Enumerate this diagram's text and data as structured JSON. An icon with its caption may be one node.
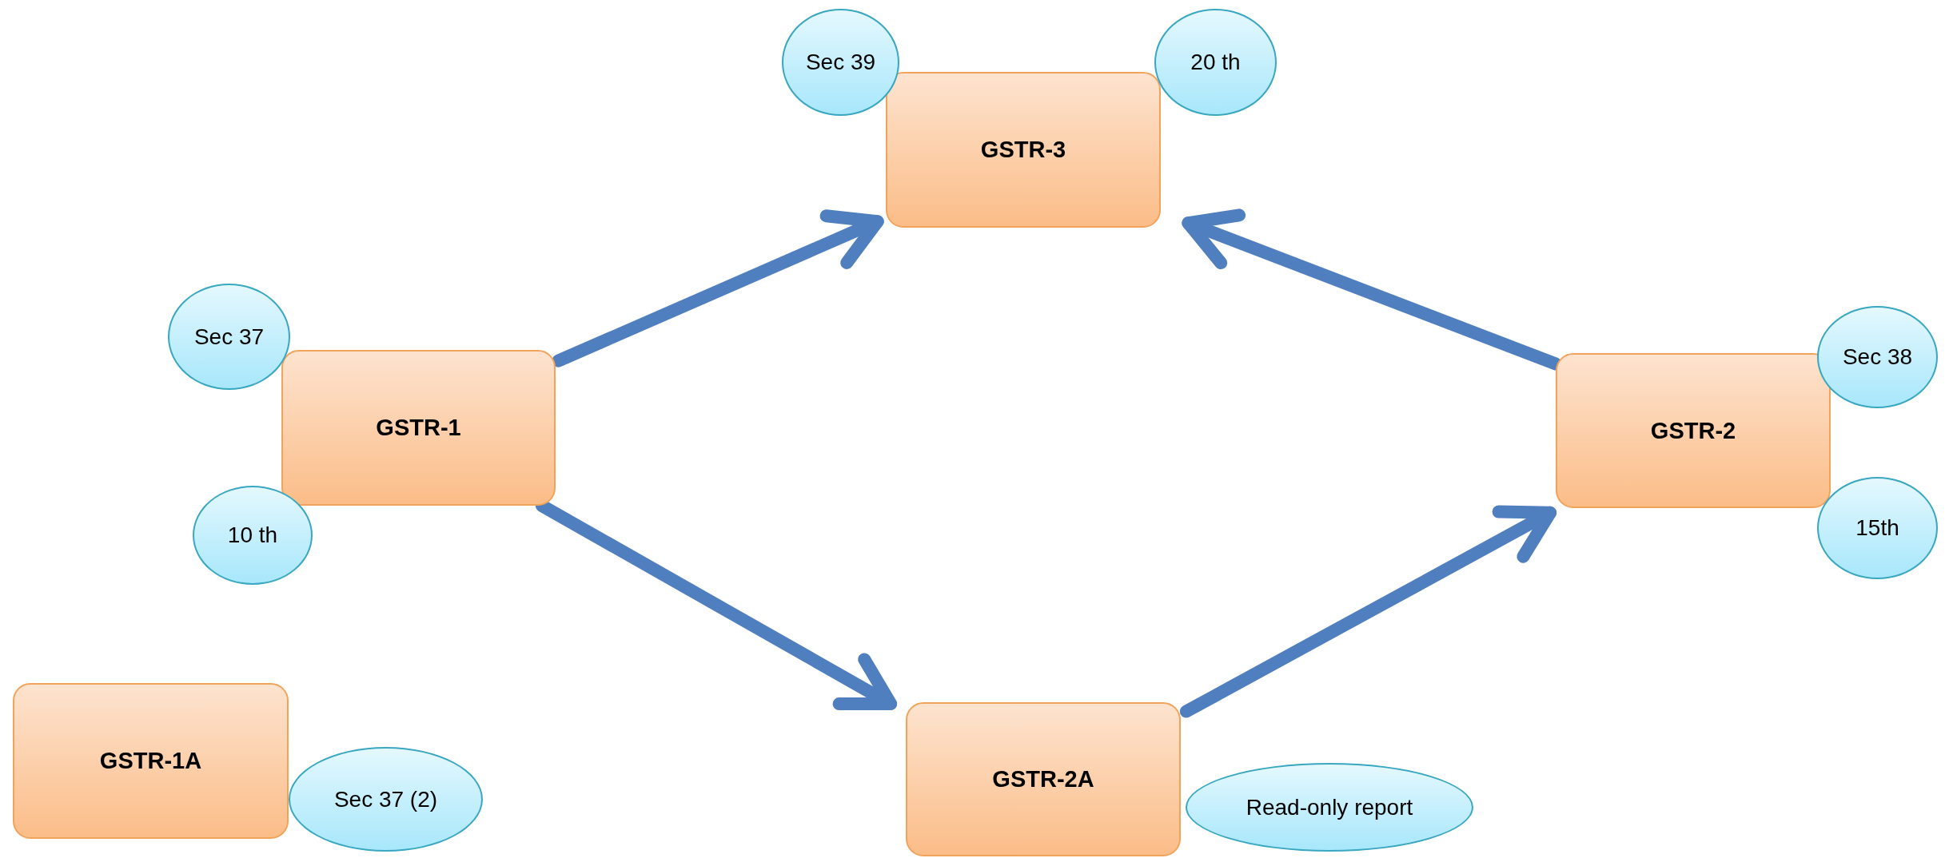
{
  "diagram": {
    "nodes": [
      {
        "text": [
          "Sec 39"
        ]
      },
      {
        "text": [
          "20 th"
        ]
      },
      {
        "text": [
          "GSTR-3"
        ]
      },
      {
        "text": [
          "Sec 37"
        ]
      },
      {
        "text": [
          "GSTR-1"
        ]
      },
      {
        "text": [
          "Sec 38"
        ]
      },
      {
        "text": [
          "GSTR-2"
        ]
      },
      {
        "text": [
          "10 th"
        ]
      },
      {
        "text": [
          "15th"
        ]
      },
      {
        "text": [
          "GSTR-1A"
        ]
      },
      {
        "text": [
          "Sec 37 (2)"
        ]
      },
      {
        "text": [
          "GSTR-2A"
        ]
      },
      {
        "text": [
          "Read-only report"
        ]
      }
    ],
    "edges": [
      {
        "from": 4,
        "to": 2,
        "arrow": "to"
      },
      {
        "from": 4,
        "to": 11,
        "arrow": "to"
      },
      {
        "from": 11,
        "to": 6,
        "arrow": "to"
      },
      {
        "from": 6,
        "to": 2,
        "arrow": "to"
      }
    ]
  }
}
